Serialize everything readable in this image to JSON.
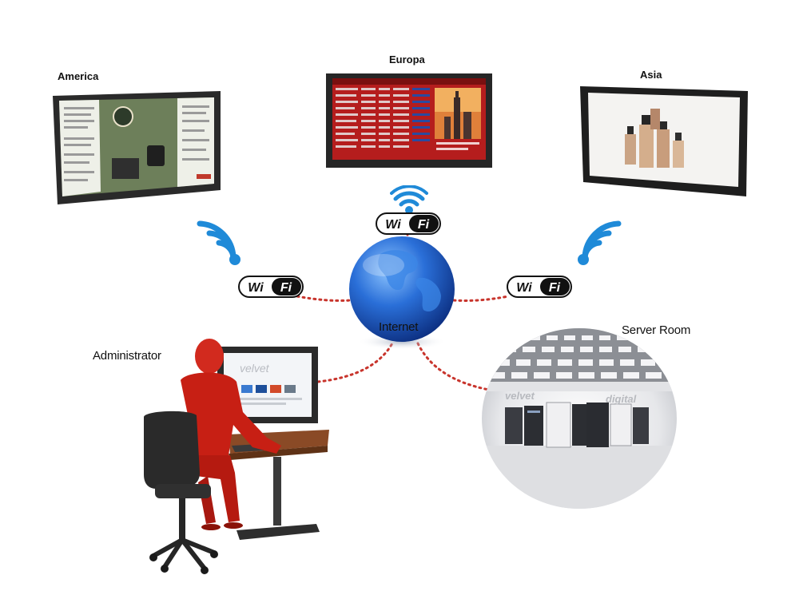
{
  "regions": {
    "america": "America",
    "europa": "Europa",
    "asia": "Asia"
  },
  "nodes": {
    "internet": "Internet",
    "administrator": "Administrator",
    "server_room": "Server Room"
  },
  "wifi_badge": {
    "wi": "Wi",
    "fi": "Fi"
  },
  "brand": {
    "primary": "velvet",
    "secondary": "digital"
  },
  "colors": {
    "connector": "#c8342c",
    "wifi_signal": "#1f8ad8",
    "globe": "#1b4fb8",
    "administrator_figure": "#d22a1e",
    "screen_frame": "#2a2a2a"
  },
  "icons": [
    "wifi-signal-icon",
    "globe-icon",
    "person-icon",
    "server-icon"
  ]
}
